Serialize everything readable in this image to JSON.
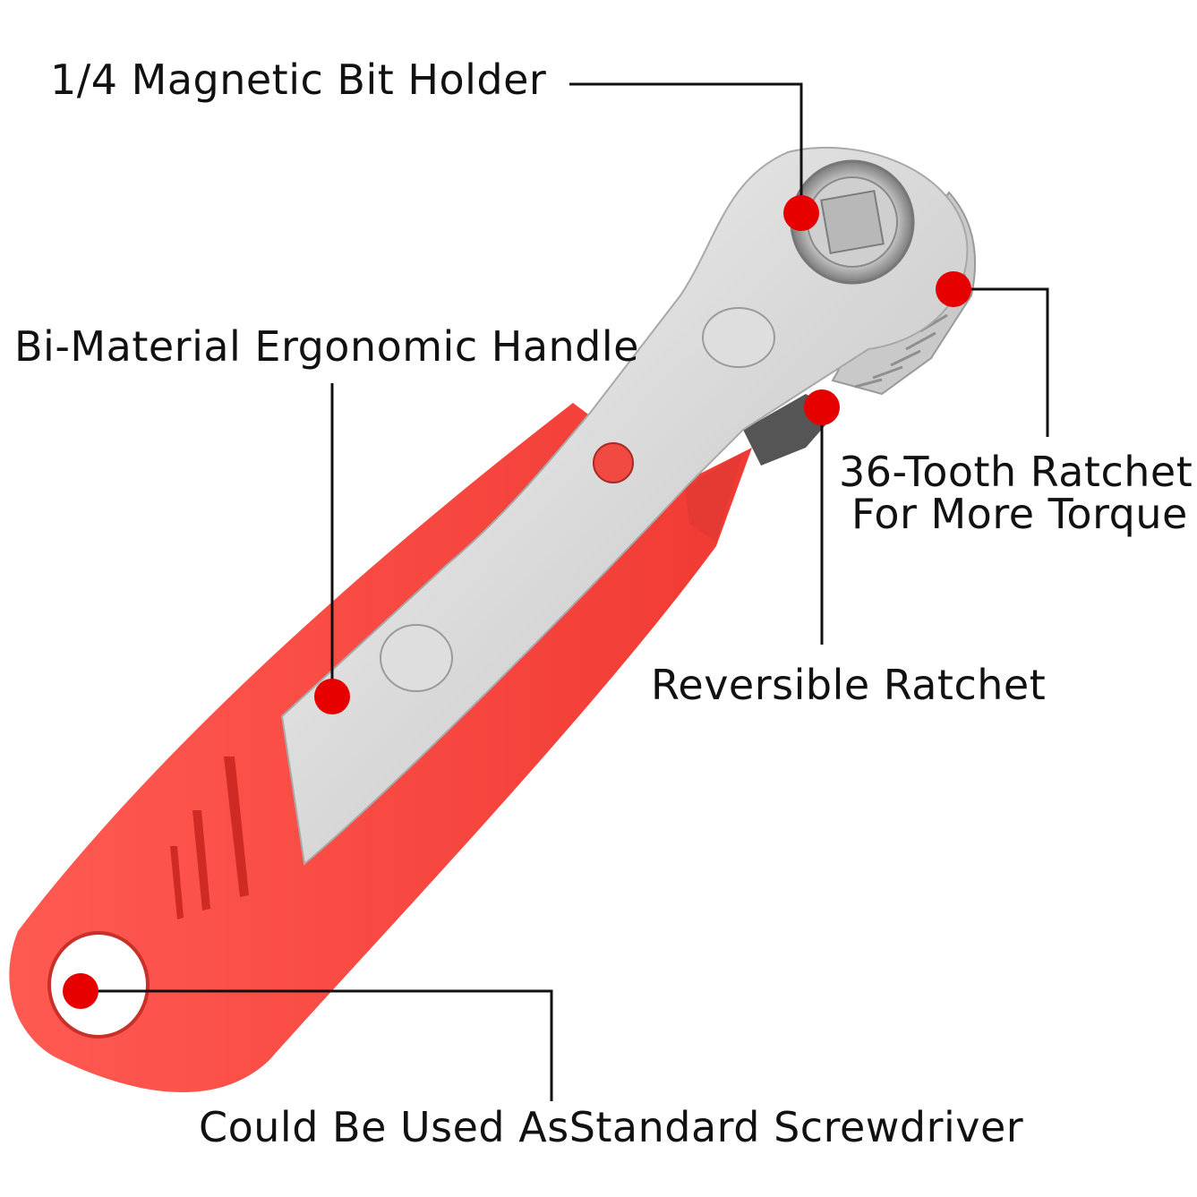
{
  "callouts": {
    "bit_holder": "1/4 Magnetic Bit Holder",
    "handle": "Bi-Material Ergonomic Handle",
    "ratchet_teeth_line1": "36-Tooth Ratchet",
    "ratchet_teeth_line2": "For More Torque",
    "reversible": "Reversible Ratchet",
    "screwdriver": "Could Be Used AsStandard Screwdriver"
  },
  "colors": {
    "handle_red": "#ff4b44",
    "marker_red": "#e60000",
    "steel": "#d9d9d9",
    "text": "#111111"
  }
}
